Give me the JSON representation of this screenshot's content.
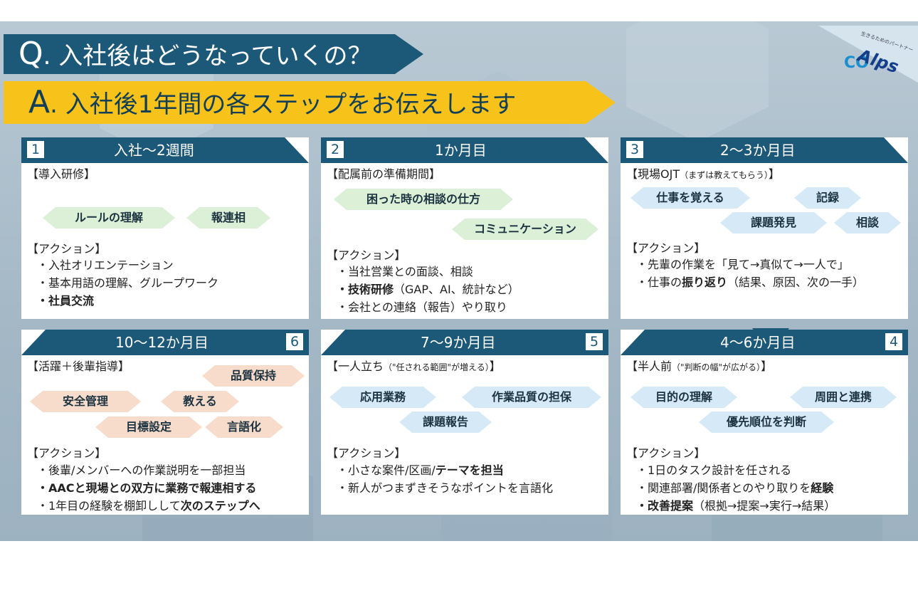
{
  "header": {
    "q_prefix": "Q",
    "q_text": ". 入社後はどうなっていくの？",
    "a_prefix": "A",
    "a_text": ". 入社後1年間の各ステップをお伝えします"
  },
  "logo": {
    "word": "Alps",
    "tagline": "生きるためのパートナー"
  },
  "colors": {
    "navy": "#1c5878",
    "yellow": "#f7c31a",
    "green": "#dcefd7",
    "blue": "#d5eaf6",
    "peach": "#f8dccb"
  },
  "steps": [
    {
      "num": "1",
      "title": "入社～2週間",
      "subtitle": "【導入研修】",
      "tags": [
        "ルールの理解",
        "報連相"
      ],
      "action_label": "【アクション】",
      "actions": [
        [
          "・入社オリエンテーション",
          ""
        ],
        [
          "・基本用語の理解、グループワーク",
          ""
        ],
        [
          "",
          "・社員交流"
        ]
      ]
    },
    {
      "num": "2",
      "title": "1か月目",
      "subtitle": "【配属前の準備期間】",
      "tags": [
        "困った時の相談の仕方",
        "コミュニケーション"
      ],
      "action_label": "【アクション】",
      "actions": [
        "・当社営業との面談、相談",
        "・技術研修",
        "（GAP、AI、統計など）",
        "・会社との連絡（報告）やり取り"
      ]
    },
    {
      "num": "3",
      "title": "2～3か月目",
      "subtitle_main": "【現場OJT",
      "subtitle_small": "（まずは教えてもらう）",
      "subtitle_end": "】",
      "tags": [
        "仕事を覚える",
        "記録",
        "課題発見",
        "相談"
      ],
      "action_label": "【アクション】",
      "actions": [
        "・先輩の作業を「見て→真似て→一人で」",
        "・仕事の",
        "振り返り",
        "（結果、原因、次の一手）"
      ]
    },
    {
      "num": "4",
      "title": "4～6か月目",
      "subtitle_main": "【半人前",
      "subtitle_small": "（\"判断の幅\"が広がる）",
      "subtitle_end": "】",
      "tags": [
        "目的の理解",
        "周囲と連携",
        "優先順位を判断"
      ],
      "action_label": "【アクション】",
      "actions": [
        "・1日のタスク設計を任される",
        "・関連部署/関係者とのやり取りを",
        "経験",
        "・改善提案",
        "（根拠→提案→実行→結果）"
      ]
    },
    {
      "num": "5",
      "title": "7～9か月目",
      "subtitle_main": "【一人立ち",
      "subtitle_small": "（\"任される範囲\"が増える）",
      "subtitle_end": "】",
      "tags": [
        "応用業務",
        "作業品質の担保",
        "課題報告"
      ],
      "action_label": "【アクション】",
      "actions": [
        "・小さな案件/区画/",
        "テーマを担当",
        "・新人がつまずきそうなポイントを言語化"
      ]
    },
    {
      "num": "6",
      "title": "10～12か月目",
      "subtitle": "【活躍＋後輩指導】",
      "tags": [
        "品質保持",
        "安全管理",
        "教える",
        "目標設定",
        "言語化"
      ],
      "action_label": "【アクション】",
      "actions": [
        "・後輩/メンバーへの作業説明を一部担当",
        "・AACと現場との双方に業務で報連相する",
        "・1年目の経験を棚卸しして",
        "次のステップへ"
      ]
    }
  ]
}
